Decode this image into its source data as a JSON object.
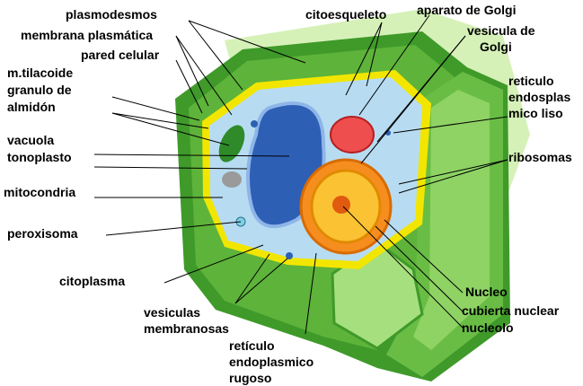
{
  "labels": {
    "plasmodesmos": "plasmodesmos",
    "membrana_plasmatica": "membrana plasmática",
    "pared_celular": "pared celular",
    "tilacoide": [
      "m.tilacoide",
      "granulo de",
      "almidón"
    ],
    "vacuola": "vacuola",
    "tonoplasto": "tonoplasto",
    "mitocondria": "mitocondria",
    "peroxisoma": "peroxisoma",
    "citoplasma": "citoplasma",
    "vesiculas": [
      "vesiculas",
      "membranosas"
    ],
    "reticulo_rugoso": [
      "retículo",
      "endoplasmico",
      "rugoso"
    ],
    "citoesqueleto": "citoesqueleto",
    "golgi": "aparato de Golgi",
    "vesicula_golgi": [
      "vesicula de",
      "Golgi"
    ],
    "reticulo_liso": [
      "reticulo",
      "endosplas",
      "mico liso"
    ],
    "ribosomas": "ribosomas",
    "nucleo": "Nucleo",
    "cubierta_nuclear": "cubierta nuclear",
    "nucleolo": "nucleolo"
  },
  "colors": {
    "wall_light": "#c8eca0",
    "wall_mid": "#7cc44a",
    "wall_dark": "#3f9a2a",
    "membrane": "#f2e600",
    "cytoplasm": "#b7dcf2",
    "vacuole": "#2d5fb5",
    "nucleus": "#f7a81e",
    "golgi": "#ee4e4e"
  }
}
